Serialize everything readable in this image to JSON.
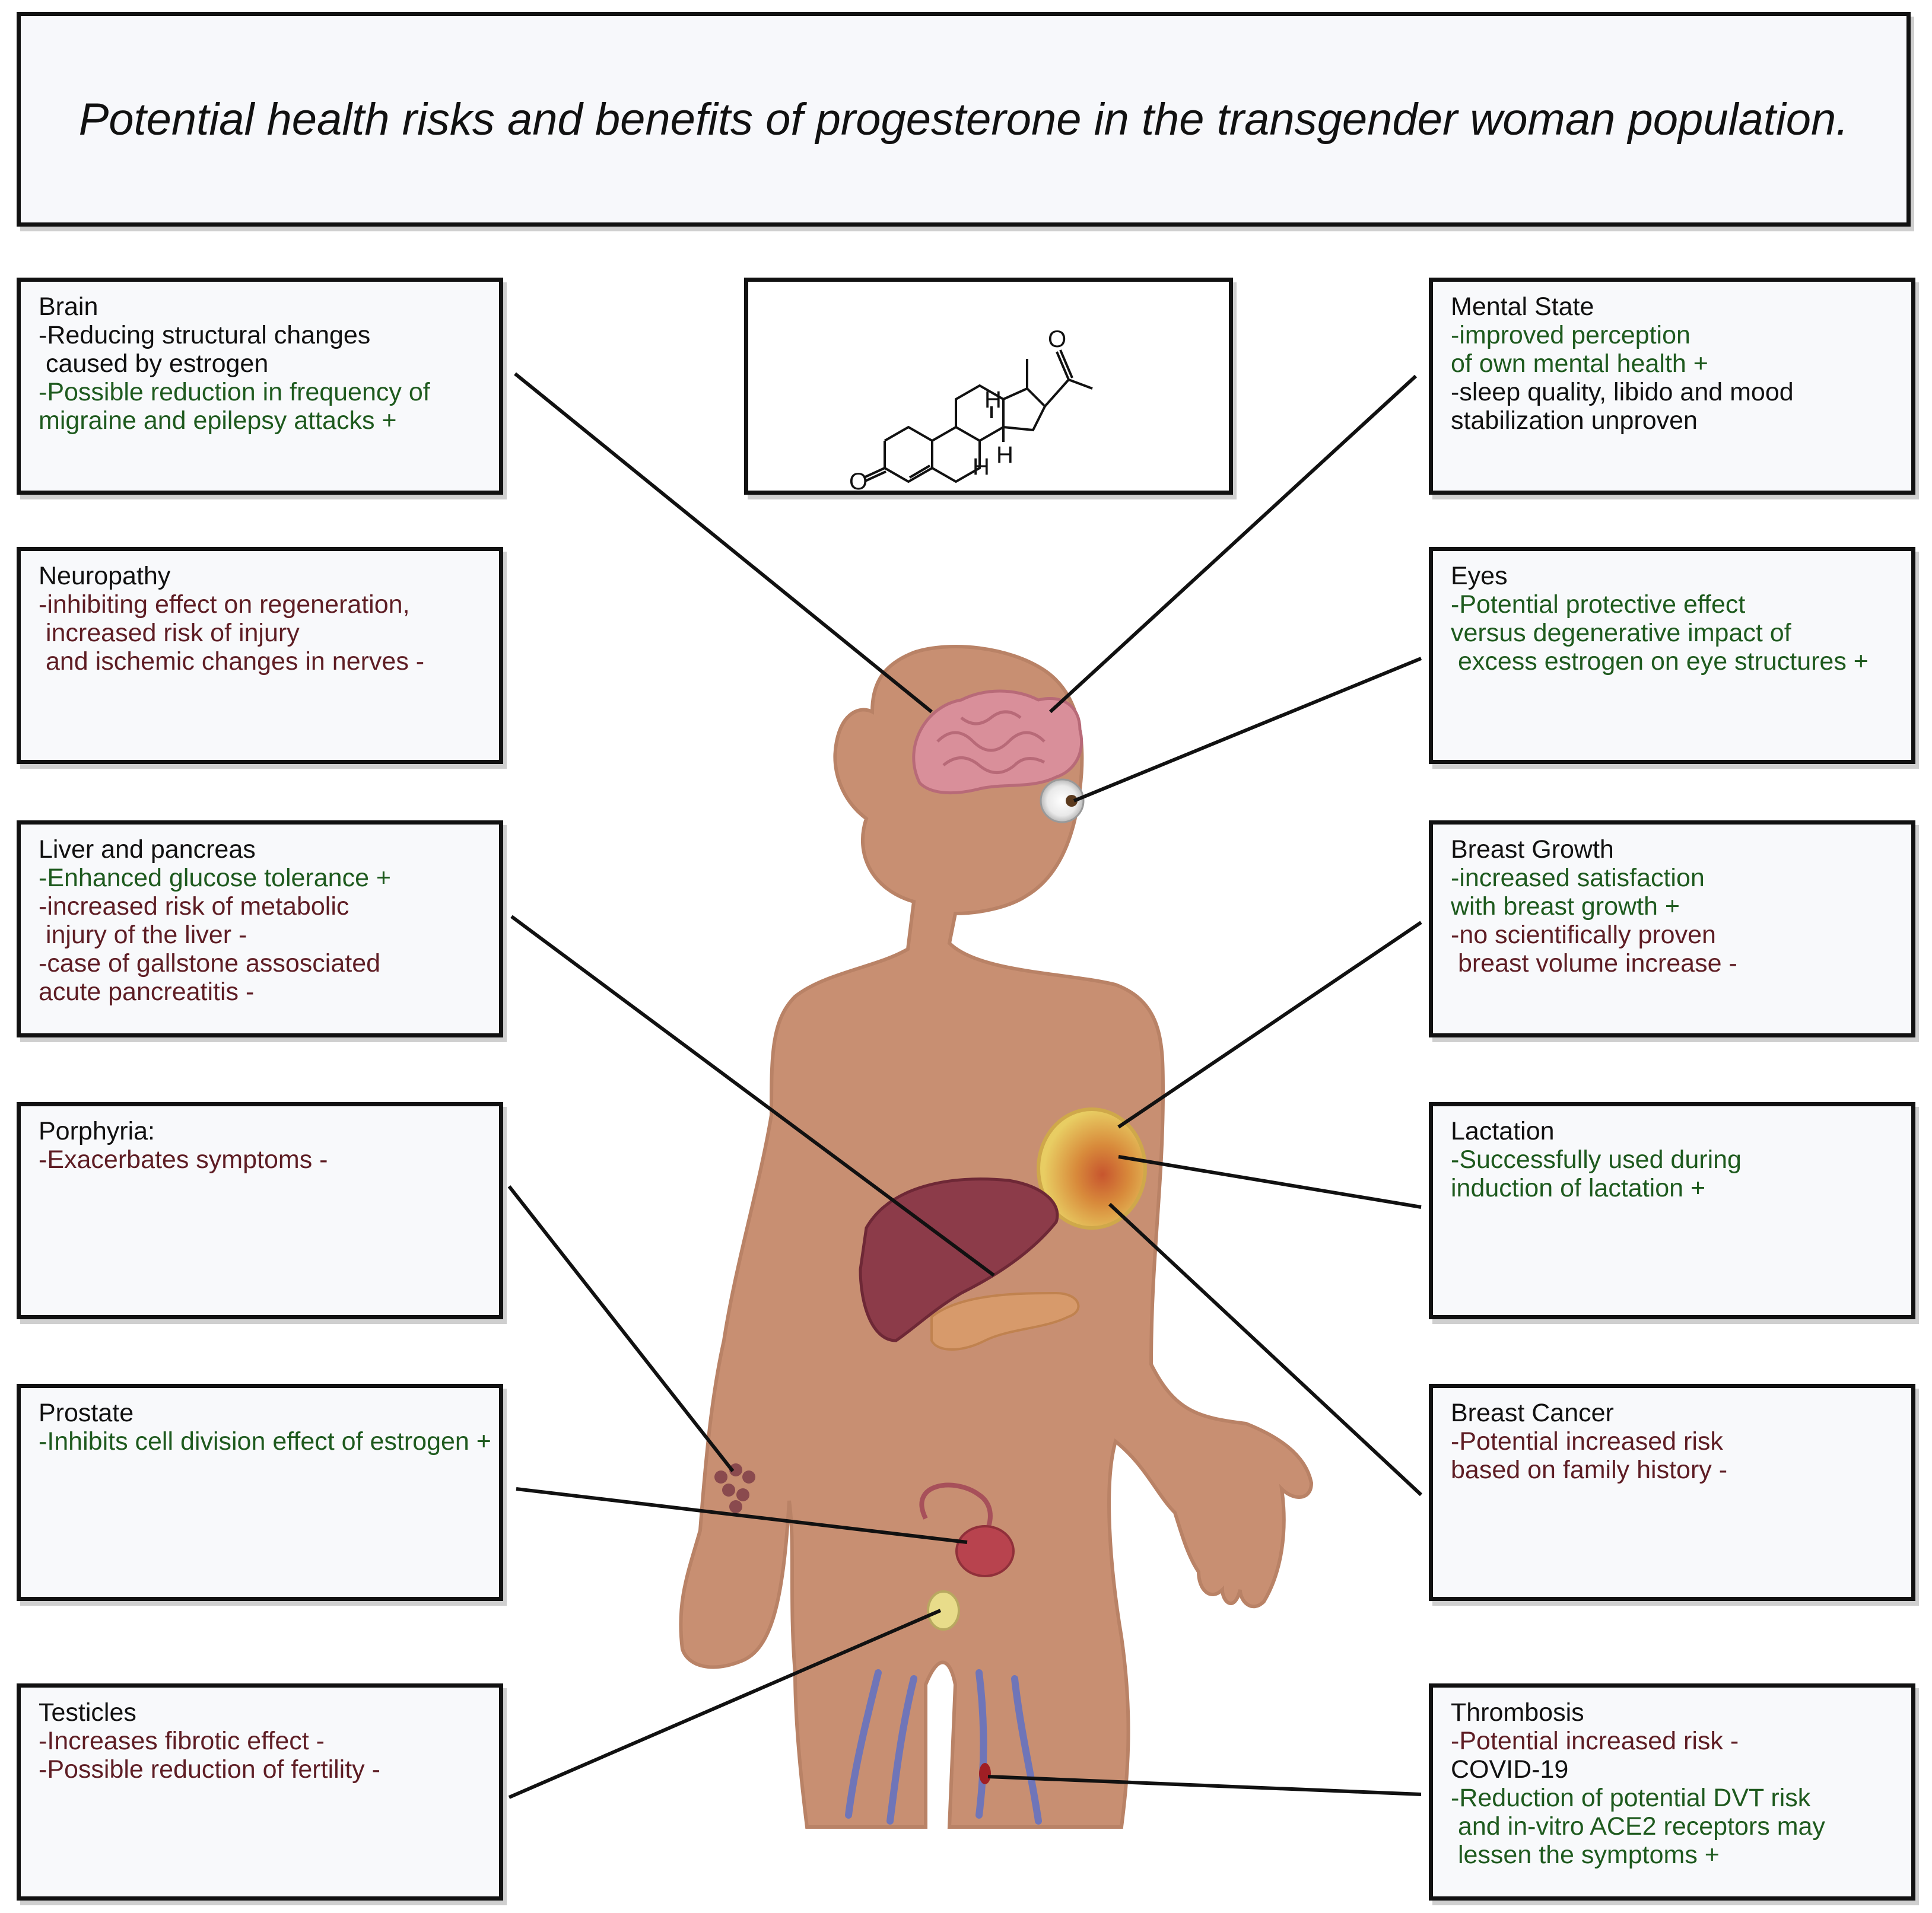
{
  "title": "Potential health risks and benefits of progesterone in the transgender woman population.",
  "molecule": {
    "atom_labels": [
      "O",
      "O",
      "H",
      "H",
      "H"
    ]
  },
  "boxes": {
    "brain": {
      "heading": "Brain",
      "lines": [
        {
          "text": "-Reducing structural changes",
          "tone": "k"
        },
        {
          "text": " caused by estrogen",
          "tone": "k"
        },
        {
          "text": "-Possible reduction in frequency of",
          "tone": "g"
        },
        {
          "text": "migraine and epilepsy attacks +",
          "tone": "g"
        }
      ]
    },
    "neuropathy": {
      "heading": "Neuropathy",
      "lines": [
        {
          "text": "-inhibiting effect on regeneration,",
          "tone": "r"
        },
        {
          "text": " increased risk of injury",
          "tone": "r"
        },
        {
          "text": " and ischemic changes in nerves -",
          "tone": "r"
        }
      ]
    },
    "liver": {
      "heading": "Liver and pancreas",
      "lines": [
        {
          "text": "-Enhanced glucose tolerance +",
          "tone": "g"
        },
        {
          "text": "-increased risk of metabolic",
          "tone": "r"
        },
        {
          "text": " injury of the liver -",
          "tone": "r"
        },
        {
          "text": "-case of gallstone assosciated",
          "tone": "r"
        },
        {
          "text": "acute pancreatitis -",
          "tone": "r"
        }
      ]
    },
    "porphyria": {
      "heading": "Porphyria:",
      "lines": [
        {
          "text": "-Exacerbates symptoms -",
          "tone": "r"
        }
      ]
    },
    "prostate": {
      "heading": "Prostate",
      "lines": [
        {
          "text": "-Inhibits cell division effect of estrogen +",
          "tone": "g"
        }
      ]
    },
    "testicles": {
      "heading": "Testicles",
      "lines": [
        {
          "text": "-Increases fibrotic effect -",
          "tone": "r"
        },
        {
          "text": "-Possible reduction of fertility -",
          "tone": "r"
        }
      ]
    },
    "mental": {
      "heading": "Mental State",
      "lines": [
        {
          "text": "-improved perception",
          "tone": "g"
        },
        {
          "text": "of own mental health +",
          "tone": "g"
        },
        {
          "text": "-sleep quality, libido and mood",
          "tone": "k"
        },
        {
          "text": "stabilization unproven",
          "tone": "k"
        }
      ]
    },
    "eyes": {
      "heading": "Eyes",
      "lines": [
        {
          "text": "-Potential protective effect",
          "tone": "g"
        },
        {
          "text": "versus degenerative impact of",
          "tone": "g"
        },
        {
          "text": " excess estrogen on eye structures +",
          "tone": "g"
        }
      ]
    },
    "breast_growth": {
      "heading": "Breast Growth",
      "lines": [
        {
          "text": "-increased satisfaction",
          "tone": "g"
        },
        {
          "text": "with breast growth +",
          "tone": "g"
        },
        {
          "text": "-no scientifically proven",
          "tone": "r"
        },
        {
          "text": " breast volume increase -",
          "tone": "r"
        }
      ]
    },
    "lactation": {
      "heading": "Lactation",
      "lines": [
        {
          "text": "-Successfully used during",
          "tone": "g"
        },
        {
          "text": "induction of lactation +",
          "tone": "g"
        }
      ]
    },
    "breast_cancer": {
      "heading": "Breast Cancer",
      "lines": [
        {
          "text": "-Potential increased risk",
          "tone": "r"
        },
        {
          "text": "based on family history -",
          "tone": "r"
        }
      ]
    },
    "thrombosis": {
      "heading": "Thrombosis",
      "lines": [
        {
          "text": "-Potential increased risk -",
          "tone": "r"
        },
        {
          "text": "COVID-19",
          "tone": "k"
        },
        {
          "text": "-Reduction of potential DVT risk",
          "tone": "g"
        },
        {
          "text": " and in-vitro ACE2 receptors may",
          "tone": "g"
        },
        {
          "text": " lessen the symptoms +",
          "tone": "g"
        }
      ]
    }
  },
  "colors": {
    "benefit": "#1e5a1e",
    "risk": "#5e1d24",
    "neutral": "#111111",
    "skin": "#c88f72",
    "skin_outline": "#b98266",
    "brain": "#d98f9a",
    "liver": "#8c3b49",
    "pancreas": "#d79a6b",
    "veins": "#6f75b8"
  }
}
